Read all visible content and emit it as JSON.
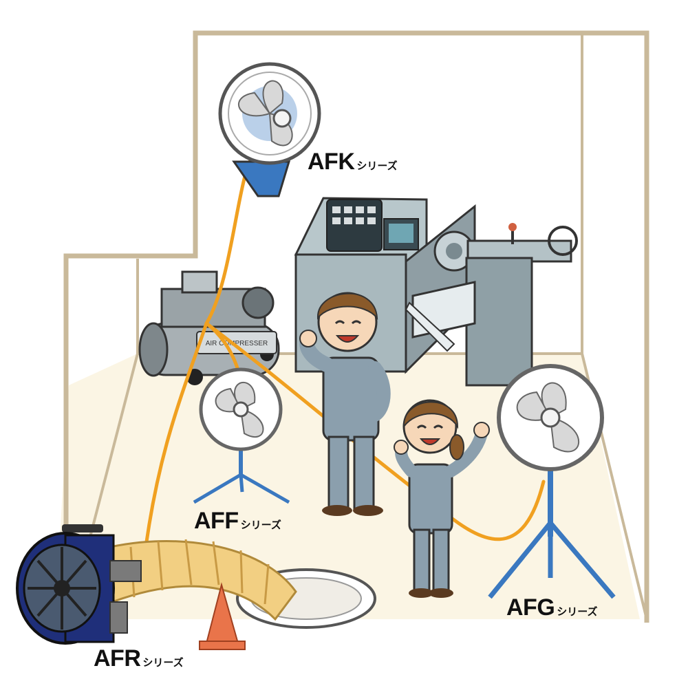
{
  "labels": {
    "afk": {
      "code": "AFK",
      "suffix": "シリーズ"
    },
    "aff": {
      "code": "AFF",
      "suffix": "シリーズ"
    },
    "afg": {
      "code": "AFG",
      "suffix": "シリーズ"
    },
    "afr": {
      "code": "AFR",
      "suffix": "シリーズ"
    }
  },
  "compressor_text": "AIR COMPRESSER",
  "colors": {
    "wall_line": "#c9b99a",
    "floor": "#fbf5e4",
    "hose": "#f0a020",
    "fan_blue": "#3a78c0",
    "duct": "#f2cf82",
    "cone": "#e9744a",
    "machine_gray": "#9fb0b6",
    "uniform": "#8b9fad"
  }
}
